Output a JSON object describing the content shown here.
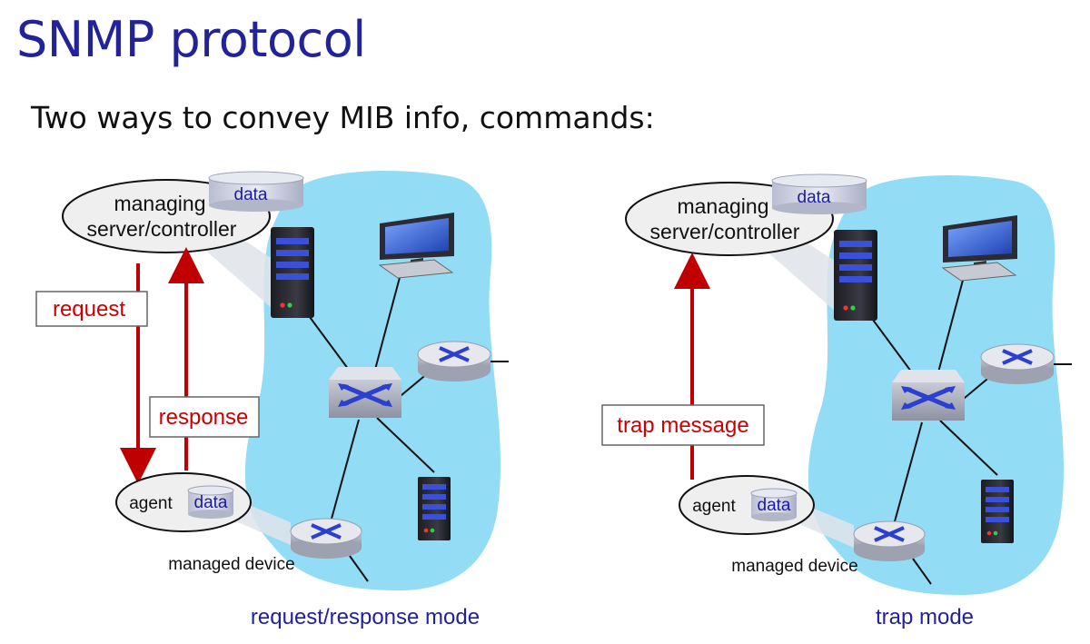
{
  "title": "SNMP protocol",
  "subtitle": "Two ways to convey MIB info, commands:",
  "colors": {
    "title": "#22229a",
    "network_cloud": "#93dcf5",
    "arrow": "#c00000",
    "arrow_label": "#cc0000",
    "mode_caption": "#1f1fa0",
    "data_label": "#1a1aa8"
  },
  "diagrams": [
    {
      "managing_server_label": [
        "managing",
        "server/controller"
      ],
      "server_data_label": "data",
      "agent_label": "agent",
      "agent_data_label": "data",
      "managed_device_label": "managed device",
      "message_labels": [
        "request",
        "response"
      ],
      "mode_caption": "request/response mode"
    },
    {
      "managing_server_label": [
        "managing",
        "server/controller"
      ],
      "server_data_label": "data",
      "agent_label": "agent",
      "agent_data_label": "data",
      "managed_device_label": "managed device",
      "message_labels": [
        "trap message"
      ],
      "mode_caption": "trap mode"
    }
  ]
}
